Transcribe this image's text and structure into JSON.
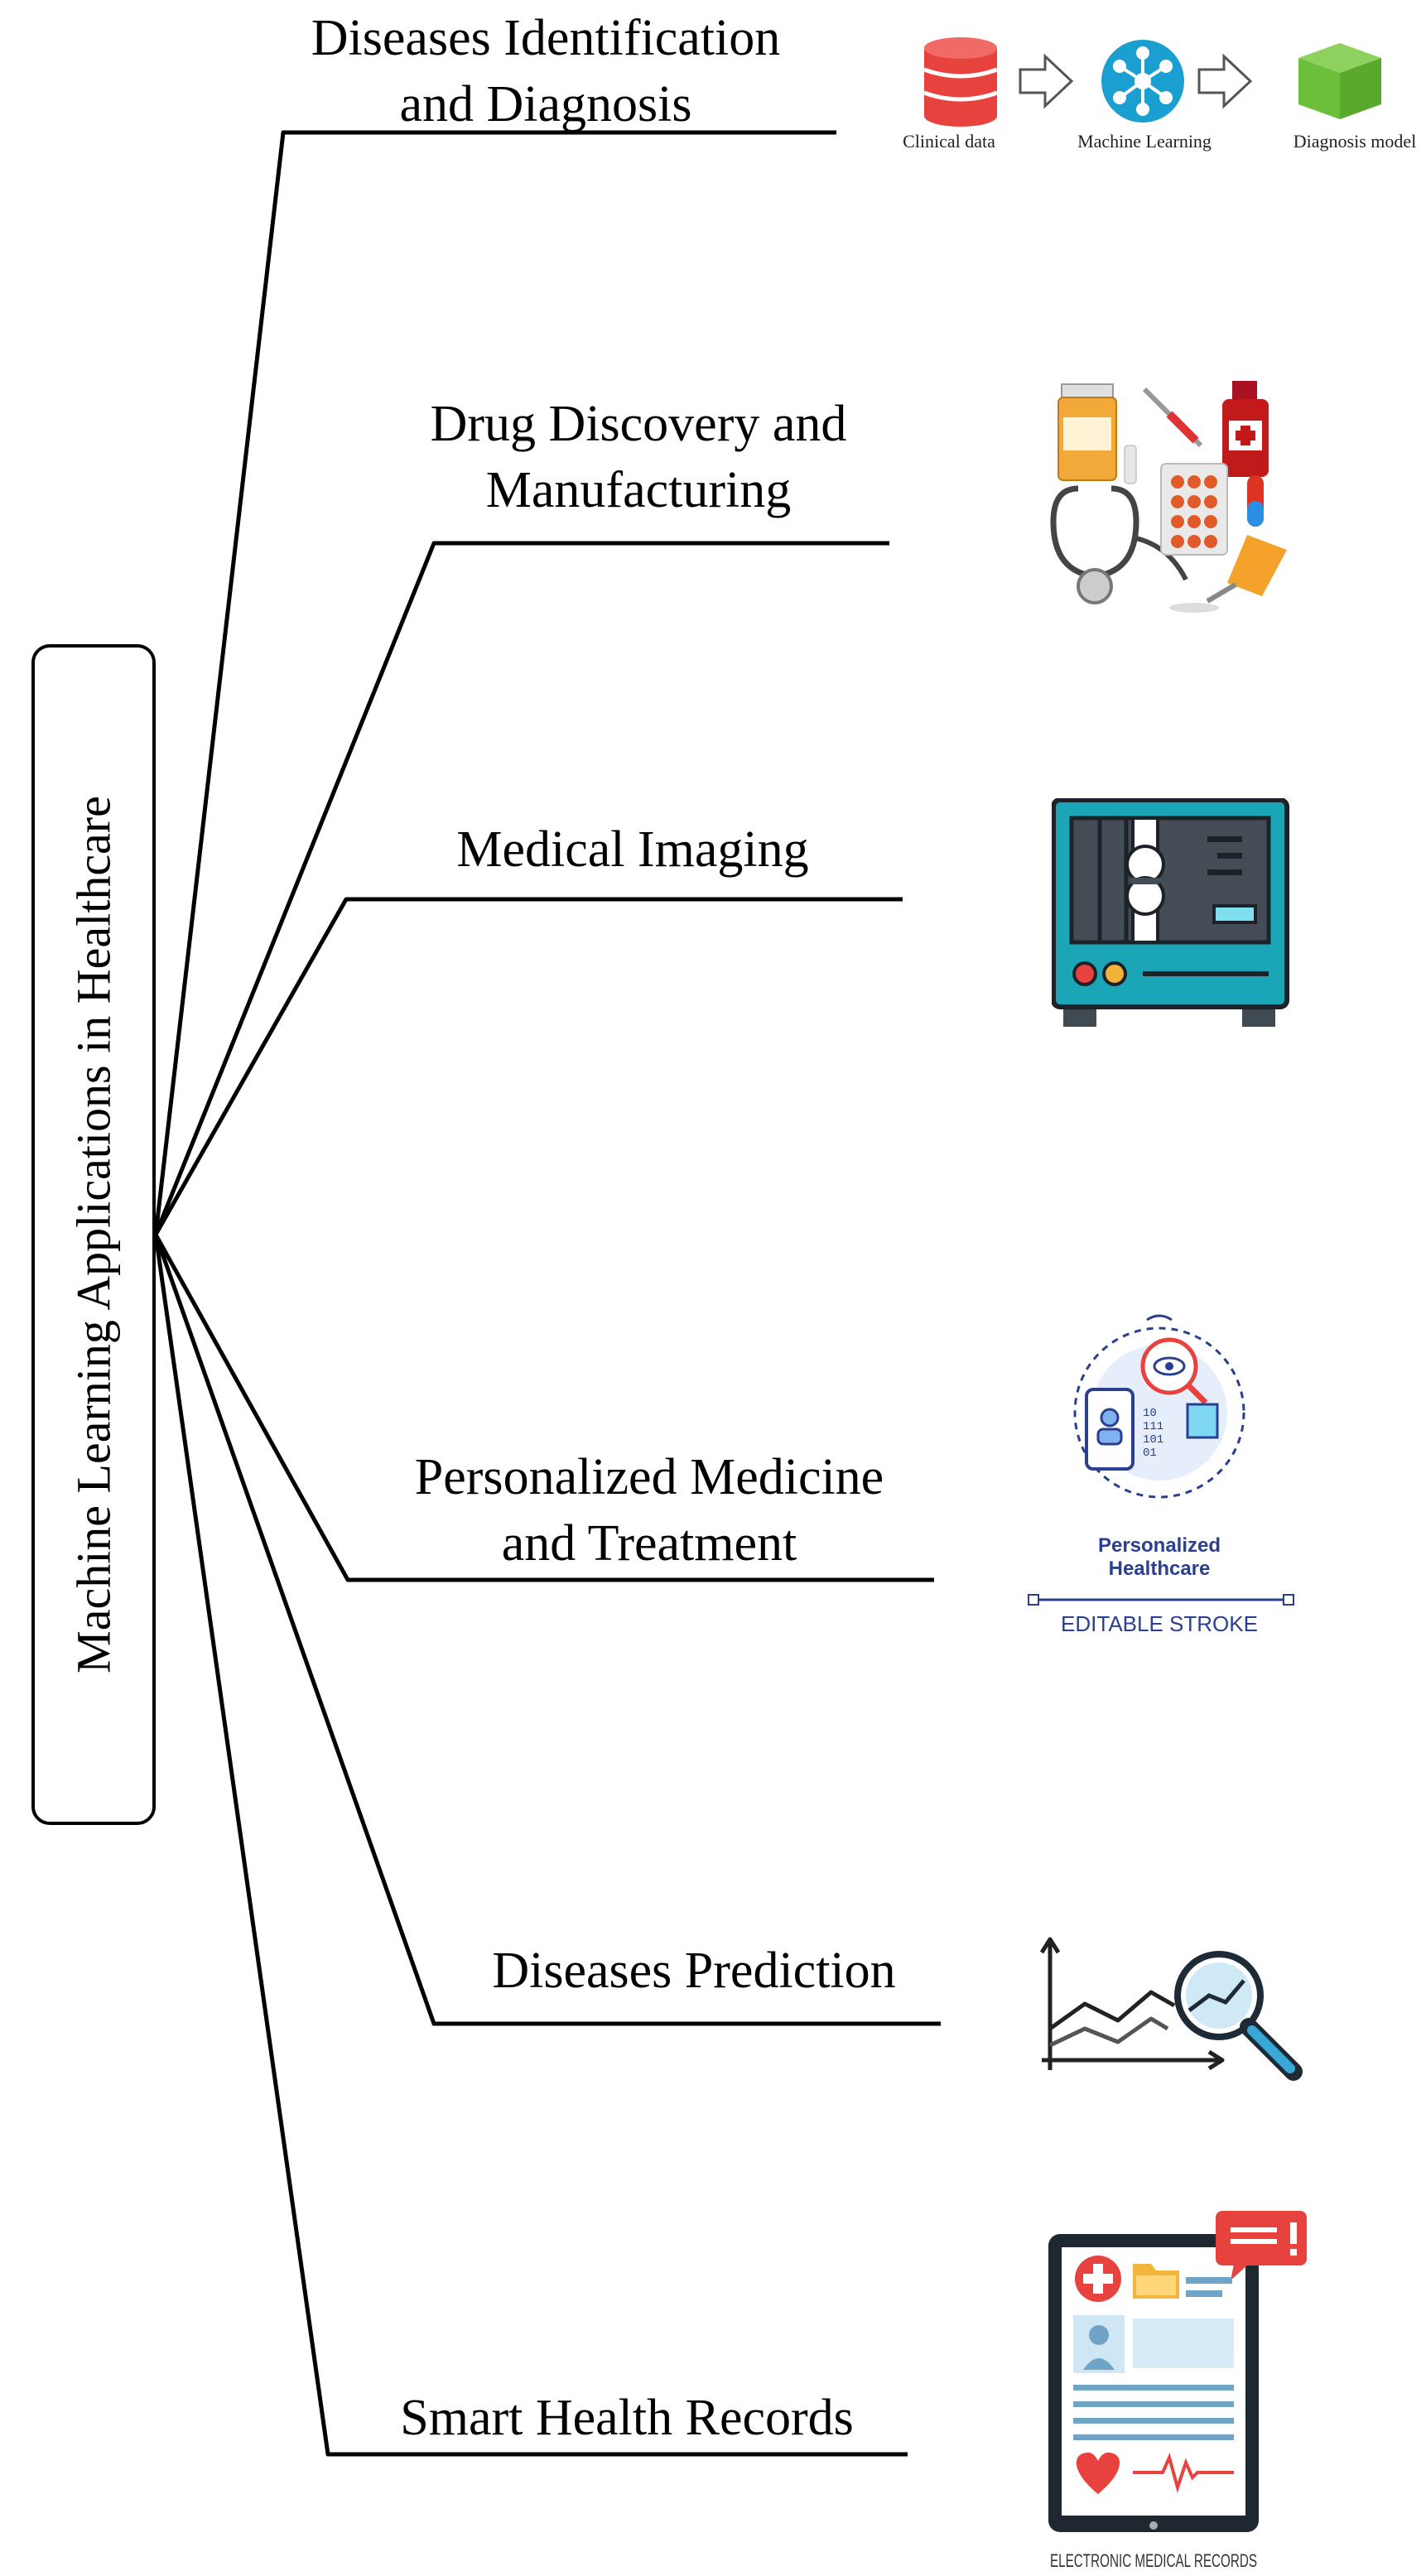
{
  "root": {
    "label": "Machine Learning Applications in Healthcare"
  },
  "branches": [
    {
      "id": "diseases-identification",
      "lines": [
        "Diseases Identification",
        "and Diagnosis"
      ],
      "icon": "clinical-data-to-diagnosis-pipeline-icon"
    },
    {
      "id": "drug-discovery",
      "lines": [
        "Drug Discovery and",
        "Manufacturing"
      ],
      "icon": "medicine-collection-icon"
    },
    {
      "id": "medical-imaging",
      "lines": [
        "Medical Imaging"
      ],
      "icon": "xray-machine-icon"
    },
    {
      "id": "personalized-medicine",
      "lines": [
        "Personalized Medicine",
        "and Treatment"
      ],
      "icon": "personalized-healthcare-icon"
    },
    {
      "id": "diseases-prediction",
      "lines": [
        "Diseases Prediction"
      ],
      "icon": "trend-chart-magnifier-icon"
    },
    {
      "id": "smart-health-records",
      "lines": [
        "Smart Health Records"
      ],
      "icon": "electronic-medical-records-tablet-icon"
    }
  ],
  "pipeline": {
    "steps": [
      "Clinical data",
      "Machine Learning",
      "Diagnosis model"
    ]
  },
  "personalized_icon": {
    "title_lines": [
      "Personalized",
      "Healthcare"
    ],
    "stroke_label": "EDITABLE STROKE"
  },
  "records_icon": {
    "caption": "ELECTRONIC MEDICAL RECORDS"
  },
  "colors": {
    "line": "#000000",
    "red": "#e8423f",
    "teal": "#1aa6b7",
    "green": "#6cbf3a",
    "navy": "#2a3f8f"
  }
}
